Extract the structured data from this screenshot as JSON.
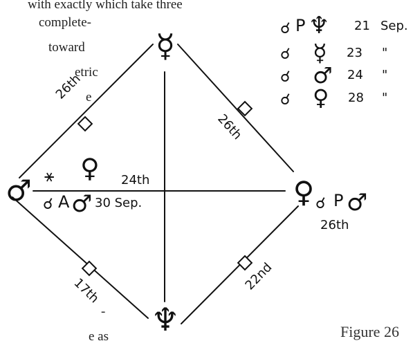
{
  "background_text": {
    "lines": [
      "with exactly which take three",
      "complete-",
      "toward",
      "etric",
      "e",
      "-",
      "e as"
    ]
  },
  "caption": "Figure 26",
  "nodes": {
    "top": {
      "symbol": "☿"
    },
    "left": {
      "symbol": "♂"
    },
    "right": {
      "symbol": "♀"
    },
    "bottom": {
      "symbol": "♆"
    }
  },
  "edge_labels": {
    "top_left": "26th",
    "top_right": "26th",
    "bottom_left": "17th",
    "bottom_right": "22nd",
    "horizontal": "24th",
    "right_node": "26th"
  },
  "aspects": {
    "left_upper": {
      "aspect": "⚹",
      "planet": "♀"
    },
    "left_lower": {
      "aspect": "☌",
      "point": "A",
      "planet": "♂",
      "date": "30 Sep."
    },
    "right": {
      "aspect": "☌",
      "point": "P",
      "planet": "♂"
    }
  },
  "legend": [
    {
      "aspect": "☌",
      "prefix": "P",
      "symbol": "♆",
      "day": "21",
      "month": "Sep."
    },
    {
      "aspect": "☌",
      "prefix": "",
      "symbol": "☿",
      "day": "23",
      "month": "\""
    },
    {
      "aspect": "☌",
      "prefix": "",
      "symbol": "♂",
      "day": "24",
      "month": "\""
    },
    {
      "aspect": "☌",
      "prefix": "",
      "symbol": "♀",
      "day": "28",
      "month": "\""
    }
  ]
}
